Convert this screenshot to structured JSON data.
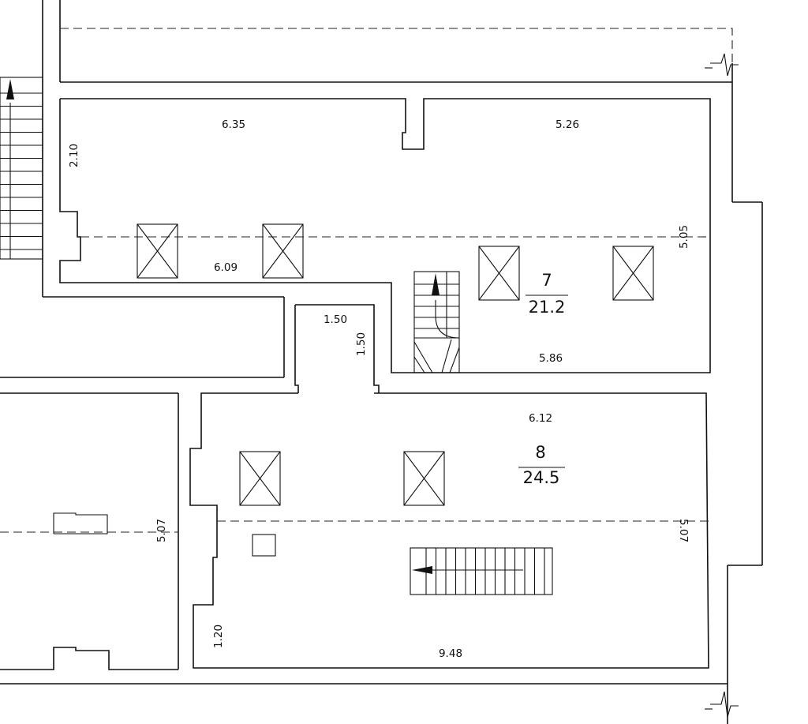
{
  "rooms": [
    {
      "number": "7",
      "area": "21.2"
    },
    {
      "number": "8",
      "area": "24.5"
    }
  ],
  "dimensions": {
    "r7_top_left": "6.35",
    "r7_top_right": "5.26",
    "r7_left_height": "2.10",
    "r7_right_height": "5.05",
    "r7_mid_left": "6.09",
    "r7_bottom": "5.86",
    "passage_width": "1.50",
    "passage_depth": "1.50",
    "r8_top": "6.12",
    "r8_left_height": "5.07",
    "r8_right_height": "5.07",
    "r8_small_wall": "1.20",
    "r8_bottom": "9.48"
  }
}
